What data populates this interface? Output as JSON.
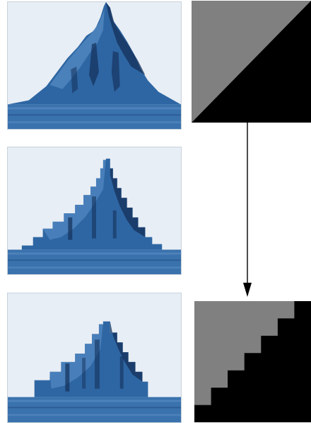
{
  "panels": [
    {
      "id": "smooth",
      "description_name": "mountain-render"
    },
    {
      "id": "medium-steps",
      "description_name": "mountain-render"
    },
    {
      "id": "coarse-steps",
      "description_name": "mountain-render"
    }
  ],
  "colors": {
    "sky": "#e8eef5",
    "mountain_light": "#4f86bf",
    "mountain_mid": "#2e66a3",
    "mountain_dark": "#14305a",
    "water": "#3a72ad",
    "diagram_gray": "#808080",
    "diagram_black": "#000000",
    "arrow": "#000000"
  },
  "staircase_steps": 7
}
